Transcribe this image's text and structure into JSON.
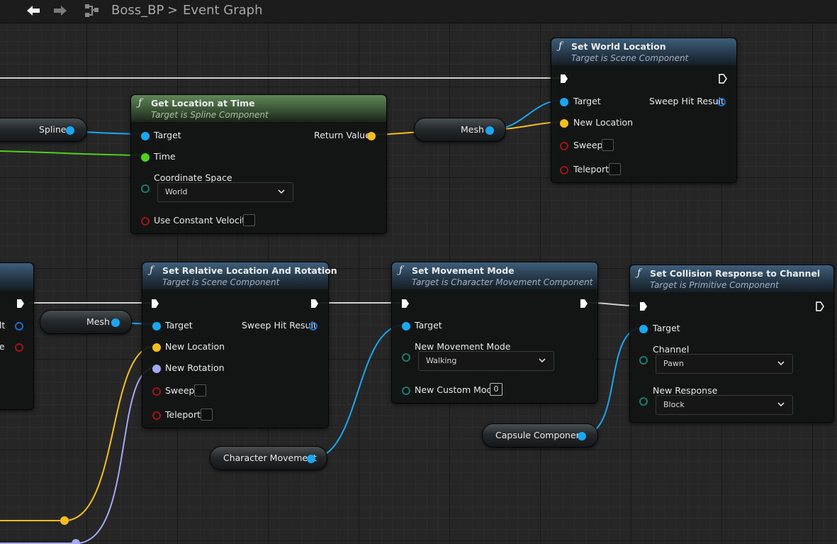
{
  "breadcrumb": {
    "blueprint": "Boss_BP",
    "separator": ">",
    "graph": "Event Graph"
  },
  "nodes": {
    "set_world_location": {
      "title": "Set World Location",
      "subtitle": "Target is Scene Component",
      "pins": {
        "target": "Target",
        "new_location": "New Location",
        "sweep": "Sweep",
        "teleport": "Teleport",
        "sweep_hit_result": "Sweep Hit Result"
      }
    },
    "get_location_at_time": {
      "title": "Get Location at Time",
      "subtitle": "Target is Spline Component",
      "pins": {
        "target": "Target",
        "time": "Time",
        "coordinate_space": "Coordinate Space",
        "coordinate_space_value": "World",
        "use_constant_velocity": "Use Constant Velocity",
        "return_value": "Return Value"
      }
    },
    "set_relative_location_rotation": {
      "title": "Set Relative Location And Rotation",
      "subtitle": "Target is Scene Component",
      "pins": {
        "target": "Target",
        "new_location": "New Location",
        "new_rotation": "New Rotation",
        "sweep": "Sweep",
        "teleport": "Teleport",
        "sweep_hit_result": "Sweep Hit Result"
      }
    },
    "set_movement_mode": {
      "title": "Set Movement Mode",
      "subtitle": "Target is Character Movement Component",
      "pins": {
        "target": "Target",
        "new_movement_mode": "New Movement Mode",
        "new_movement_mode_value": "Walking",
        "new_custom_mode": "New Custom Mode",
        "new_custom_mode_value": "0"
      }
    },
    "set_collision_response": {
      "title": "Set Collision Response to Channel",
      "subtitle": "Target is Primitive Component",
      "pins": {
        "target": "Target",
        "channel": "Channel",
        "channel_value": "Pawn",
        "new_response": "New Response",
        "new_response_value": "Block"
      }
    },
    "left_partial": {
      "pin_1": "ult",
      "pin_2": "ue"
    }
  },
  "variables": {
    "spline": "Spline",
    "mesh_1": "Mesh",
    "mesh_2": "Mesh",
    "character_movement": "Character Movement",
    "capsule_component": "Capsule Component"
  },
  "colors": {
    "object_pin": "#1aa7f2",
    "vector_pin": "#f4be22",
    "float_pin": "#4cd21e",
    "rotator_pin": "#a5a8f4",
    "bool_pin": "#a01414",
    "enum_pin": "#1a7b6a",
    "function_header": "#3e5f7b",
    "pure_function_header": "#5f8757"
  },
  "icons": {
    "back": "arrow-left-icon",
    "forward": "arrow-right-icon",
    "graph": "blueprint-graph-icon",
    "function": "function-icon",
    "exec": "exec-pin-icon",
    "dropdown": "chevron-down-icon"
  }
}
